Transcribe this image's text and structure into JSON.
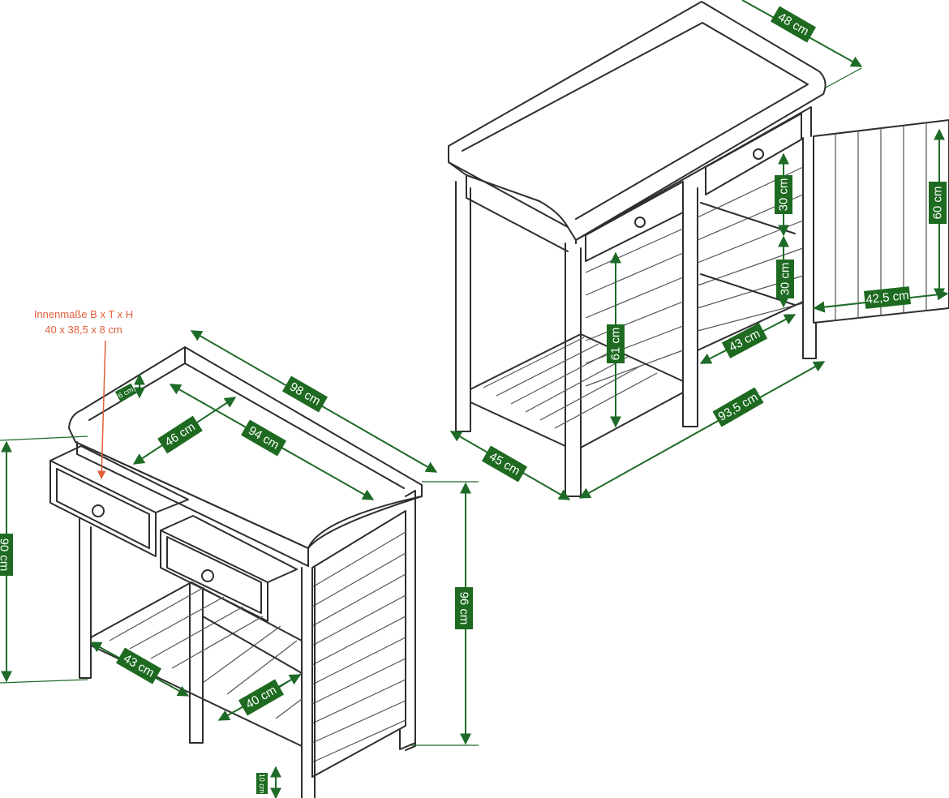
{
  "inner_note": {
    "line1": "Innenmaße B x T x H",
    "line2": "40 x 38,5 x 8 cm"
  },
  "colors": {
    "dimension_green": "#1d6a20",
    "note_orange": "#e0603a",
    "outline": "#2e2e2e"
  },
  "dimensions": {
    "d98": "98 cm",
    "d94": "94 cm",
    "d46": "46 cm",
    "d6": "6 cm",
    "d90": "90 cm",
    "d96": "96 cm",
    "d43a": "43 cm",
    "d40": "40 cm",
    "d10": "10 cm",
    "d48": "48 cm",
    "d60": "60 cm",
    "d30a": "30 cm",
    "d30b": "30 cm",
    "d42_5": "42,5 cm",
    "d61": "61 cm",
    "d43b": "43 cm",
    "d93_5": "93,5 cm",
    "d45": "45 cm"
  }
}
